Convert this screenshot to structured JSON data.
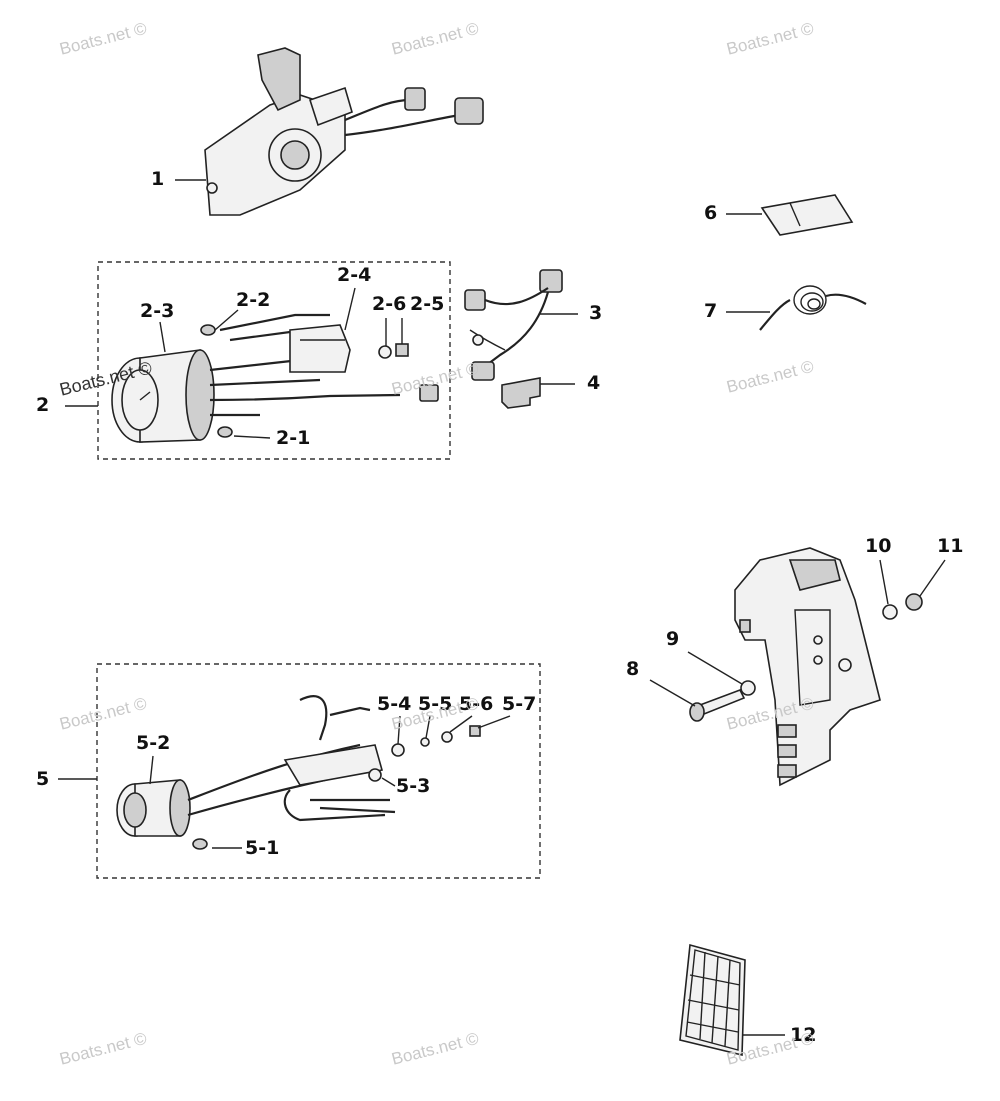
{
  "watermark": "Boats.net ©",
  "callouts": [
    "1",
    "2",
    "2-1",
    "2-2",
    "2-3",
    "2-4",
    "2-5",
    "2-6",
    "3",
    "4",
    "5",
    "5-1",
    "5-2",
    "5-3",
    "5-4",
    "5-5",
    "5-6",
    "5-7",
    "6",
    "7",
    "8",
    "9",
    "10",
    "11",
    "12"
  ],
  "colors": {
    "ink": "#222222",
    "watermark": "#c9c9c9",
    "background": "#ffffff"
  }
}
